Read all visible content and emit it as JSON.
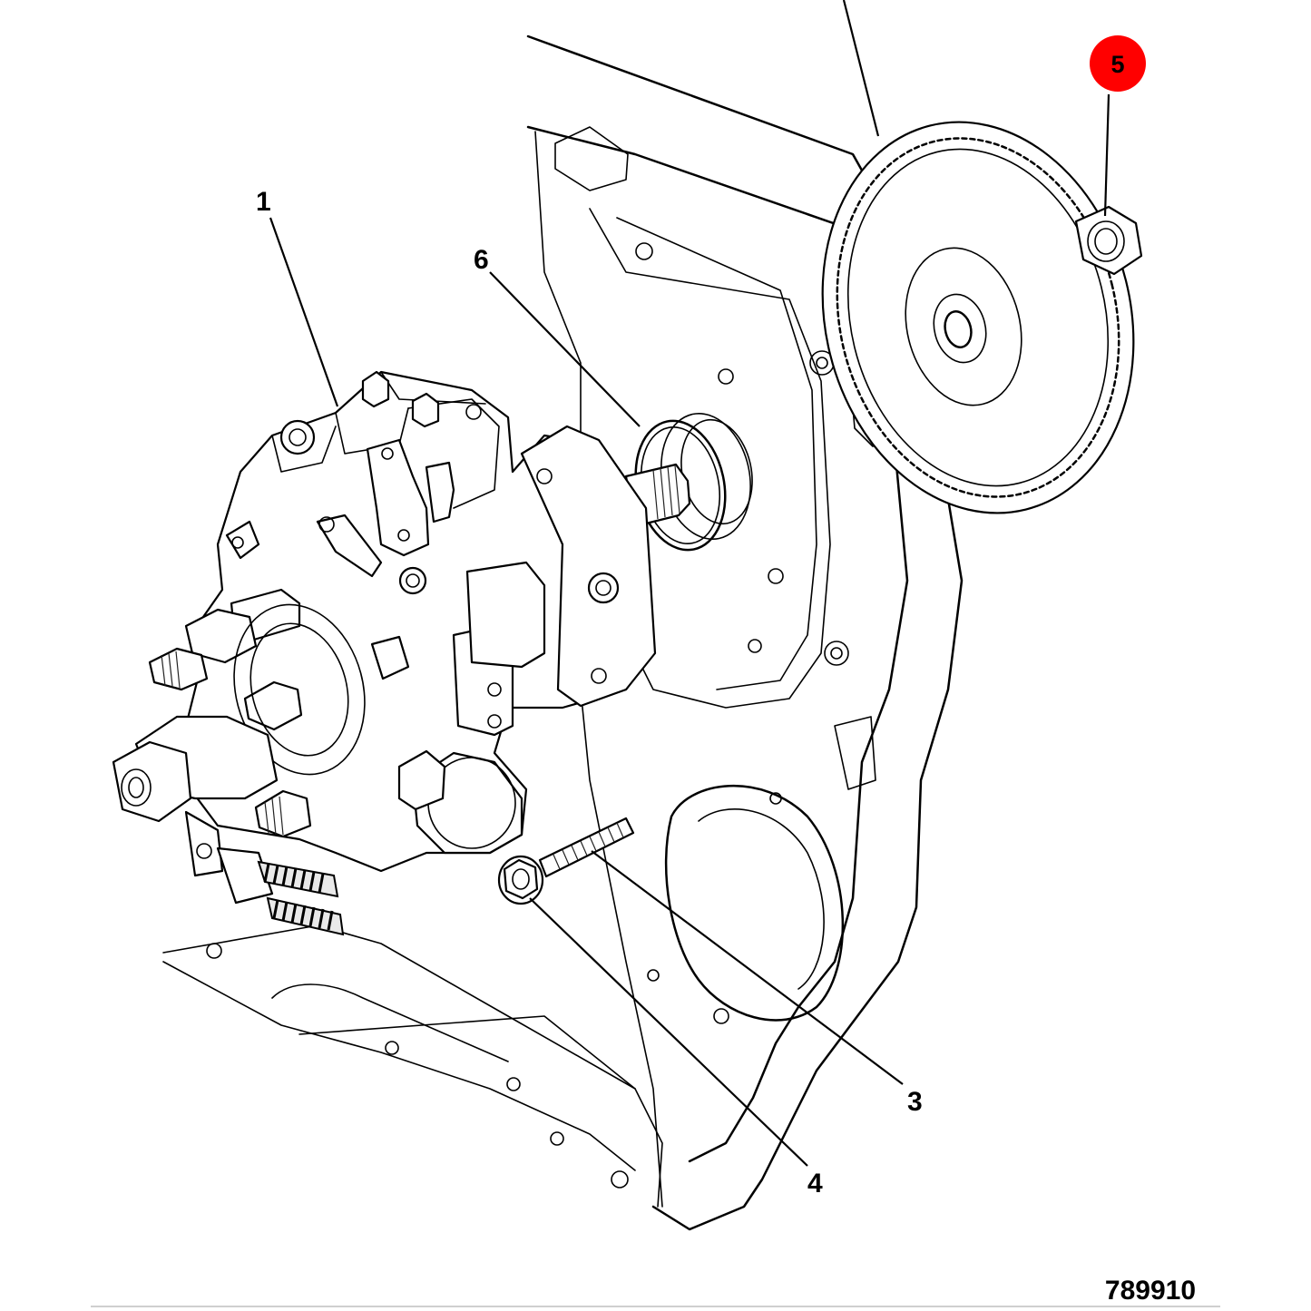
{
  "diagram": {
    "drawing_number": "789910",
    "highlight_color": "#ff0000",
    "callouts": [
      {
        "id": "1",
        "label": "1"
      },
      {
        "id": "6",
        "label": "6"
      },
      {
        "id": "5",
        "label": "5",
        "highlighted": true
      },
      {
        "id": "3",
        "label": "3"
      },
      {
        "id": "4",
        "label": "4"
      }
    ]
  }
}
